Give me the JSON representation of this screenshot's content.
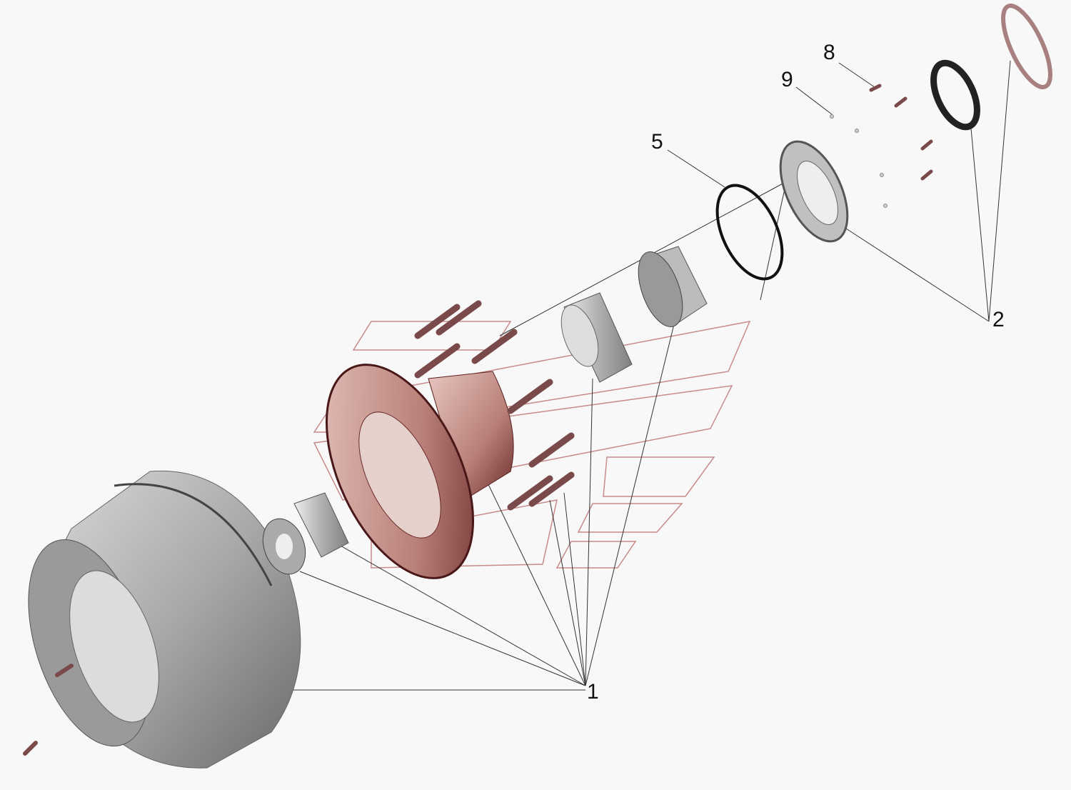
{
  "diagram": {
    "type": "exploded-parts-view",
    "callouts": [
      {
        "id": "1",
        "label": "1"
      },
      {
        "id": "2",
        "label": "2"
      },
      {
        "id": "5",
        "label": "5"
      },
      {
        "id": "8",
        "label": "8"
      },
      {
        "id": "9",
        "label": "9"
      }
    ],
    "colors": {
      "drum": "#b4b4b4",
      "hub": "#c8968f",
      "hub_dark": "#7a3030",
      "leader": "#333333"
    }
  }
}
